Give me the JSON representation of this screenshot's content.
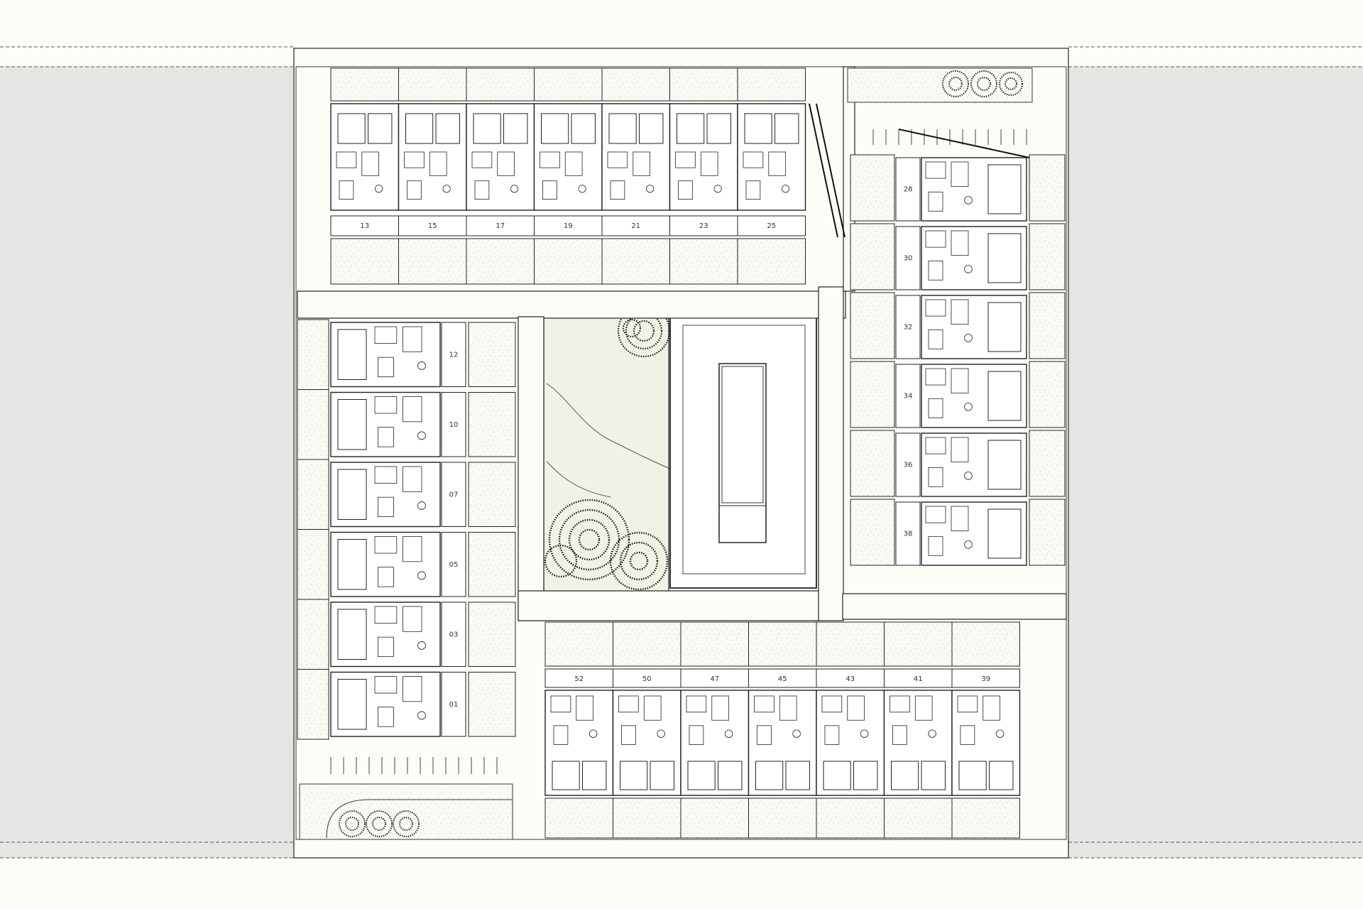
{
  "colors": {
    "background": "#fdfdf8",
    "side_panels": "#e5e6e4",
    "lines": "#222222",
    "garden": "#f1f1e6",
    "stipple": "#aaaaaa"
  },
  "units": {
    "top_row": [
      "13",
      "15",
      "17",
      "19",
      "21",
      "23",
      "25"
    ],
    "left_column": [
      "12",
      "10",
      "07",
      "05",
      "03",
      "01"
    ],
    "right_column": [
      "28",
      "30",
      "32",
      "34",
      "36",
      "38"
    ],
    "bottom_row": [
      "52",
      "50",
      "47",
      "45",
      "43",
      "41",
      "39"
    ]
  },
  "features": {
    "pool": "pool",
    "trees": [
      "tree-cluster-top",
      "tree-cluster-bottom"
    ],
    "planters": [
      "planter-north-east",
      "planter-south-west"
    ]
  }
}
